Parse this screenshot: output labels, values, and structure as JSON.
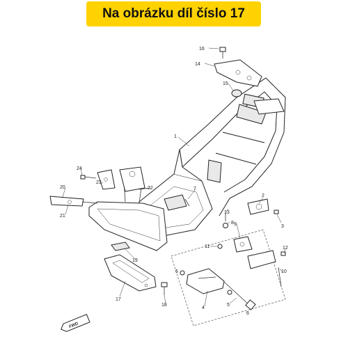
{
  "banner": {
    "text": "Na obrázku díl číslo 17",
    "color": "#ffd200"
  },
  "callouts": [
    {
      "id": "c1",
      "text": "1"
    },
    {
      "id": "c2",
      "text": "2"
    },
    {
      "id": "c3",
      "text": "3"
    },
    {
      "id": "c4",
      "text": "4"
    },
    {
      "id": "c5",
      "text": "5"
    },
    {
      "id": "c6a",
      "text": "6"
    },
    {
      "id": "c6b",
      "text": "6"
    },
    {
      "id": "c7",
      "text": "7"
    },
    {
      "id": "c8",
      "text": "8"
    },
    {
      "id": "c9",
      "text": "9"
    },
    {
      "id": "c10",
      "text": "10"
    },
    {
      "id": "c11",
      "text": "11"
    },
    {
      "id": "c12",
      "text": "12"
    },
    {
      "id": "c13",
      "text": "13"
    },
    {
      "id": "c14",
      "text": "14"
    },
    {
      "id": "c15",
      "text": "15"
    },
    {
      "id": "c16",
      "text": "16"
    },
    {
      "id": "c17",
      "text": "17"
    },
    {
      "id": "c18",
      "text": "18"
    },
    {
      "id": "c19",
      "text": "19"
    },
    {
      "id": "c20",
      "text": "20"
    },
    {
      "id": "c21",
      "text": "21"
    },
    {
      "id": "c22",
      "text": "22"
    },
    {
      "id": "c23",
      "text": "23"
    },
    {
      "id": "c24",
      "text": "24"
    }
  ],
  "direction_marker": {
    "text": "FWD"
  }
}
